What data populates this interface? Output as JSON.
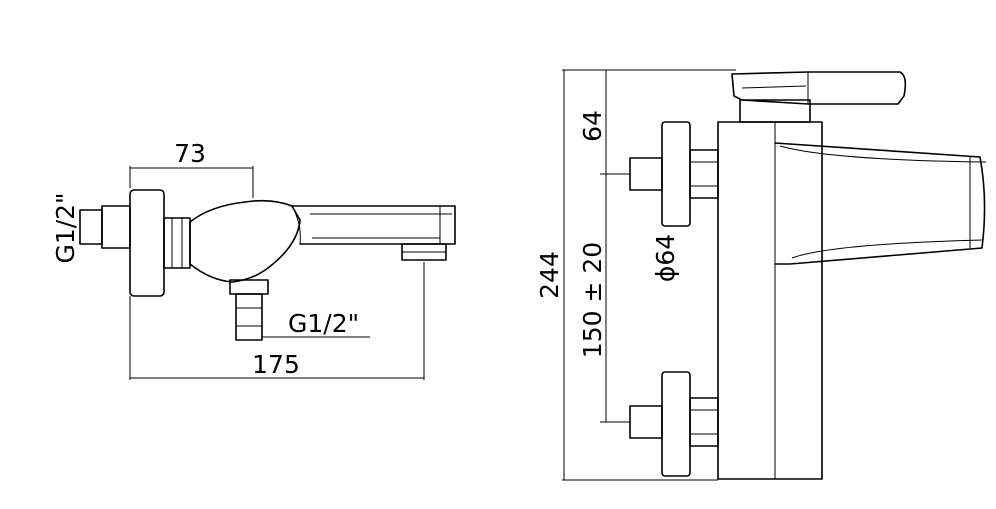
{
  "diagram": {
    "labels": {
      "side_width": "73",
      "side_total": "175",
      "inlet_thread": "G1/2\"",
      "outlet_thread": "G1/2\"",
      "height_total": "244",
      "handle_height": "64",
      "centers": "150 ± 20",
      "flange_diameter": "ϕ64"
    }
  }
}
